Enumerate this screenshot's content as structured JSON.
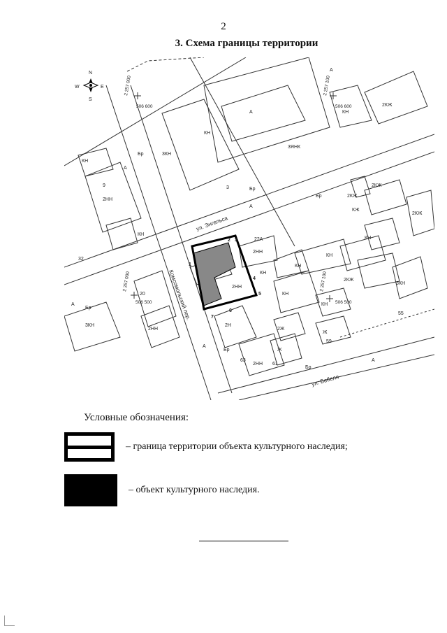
{
  "page": {
    "number": "2",
    "title": "3. Схема границы территории"
  },
  "map": {
    "compass": {
      "n": "N",
      "s": "S",
      "e": "E",
      "w": "W"
    },
    "coordinates": [
      "2 257 000",
      "506 600",
      "2 257 100",
      "506 600",
      "2 257 000",
      "506 500",
      "2 257 100",
      "506 500"
    ],
    "streets": [
      "ул. Энгельса",
      "Комсомольский пер.",
      "ул. Бебеля"
    ],
    "markers": {
      "br": "Бр",
      "a": "А"
    },
    "buildings": [
      "КН",
      "2НН",
      "3КН",
      "2КЖ",
      "КН",
      "2КЖ",
      "2КЖ",
      "3ЯНК",
      "2КЖ",
      "КЖ",
      "КН",
      "КН",
      "2НН",
      "КН",
      "КН",
      "КН",
      "2КЖ",
      "КН",
      "3КН",
      "Ж",
      "2Н",
      "2Ж",
      "Ж",
      "2НН",
      "КН",
      "3КН",
      "2НН",
      "КН",
      "2НН"
    ],
    "numbers": [
      "9",
      "32",
      "3",
      "22А",
      "20",
      "63",
      "61",
      "59",
      "55"
    ],
    "points": [
      "1",
      "2",
      "3",
      "4",
      "5",
      "6",
      "7"
    ]
  },
  "legend": {
    "title": "Условные обозначения:",
    "items": [
      {
        "label": "– граница территории объекта культурного наследия;"
      },
      {
        "label": "– объект культурного наследия."
      }
    ]
  }
}
